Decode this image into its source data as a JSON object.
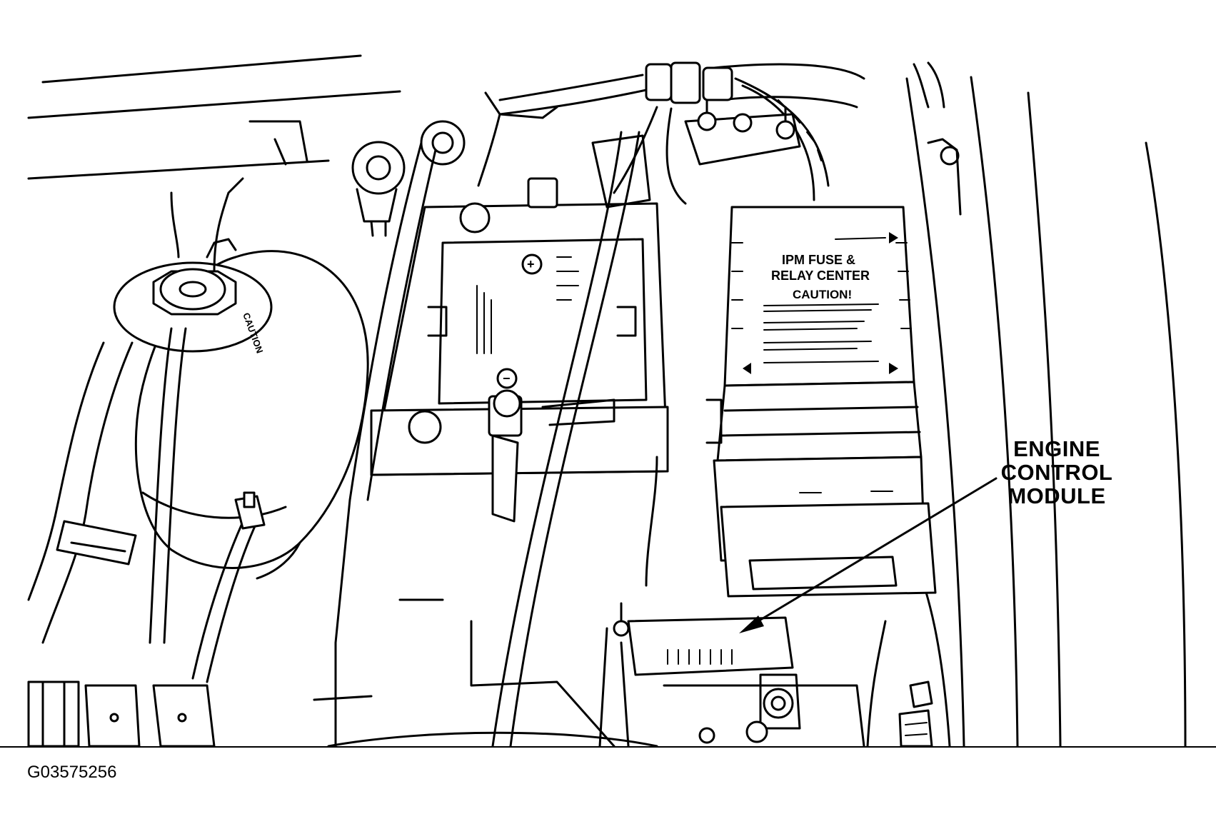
{
  "diagram": {
    "callout_lines": [
      "ENGINE",
      "CONTROL",
      "MODULE"
    ],
    "figure_id": "G03575256",
    "fuse_box_label_lines": [
      "IPM FUSE &",
      "RELAY CENTER"
    ],
    "fuse_box_caution": "CAUTION!",
    "reservoir_cap_label": "CAUTION"
  }
}
